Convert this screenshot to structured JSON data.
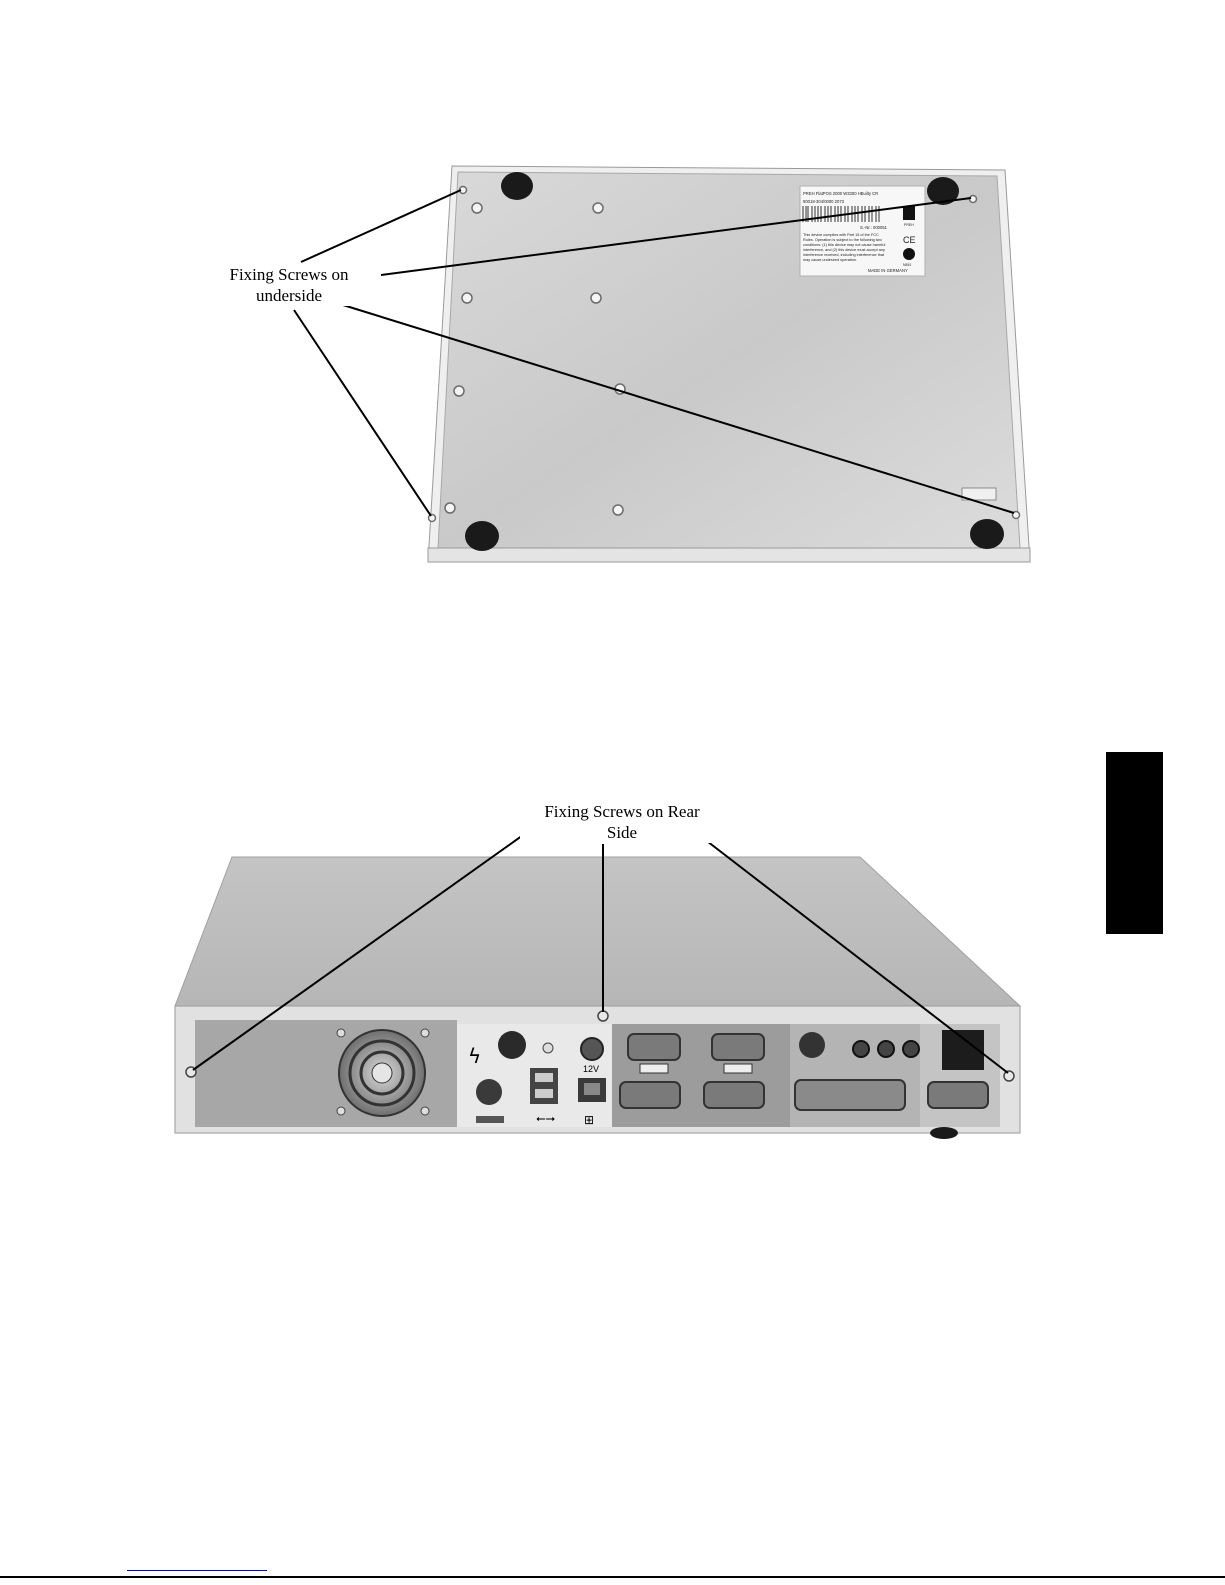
{
  "figures": {
    "underside": {
      "label_line1": "Fixing Screws on",
      "label_line2": "underside",
      "device_label_lines": [
        "PREH FlatPOS 2000  W3300 HBuilty CR",
        "90018-304/0000          2073",
        "S.-Nr.: 000051",
        "This device complies with Part 15 of  the FCC",
        "Rules. Operation is subject to the following two",
        "conditions: (1) this device may not cause harmful",
        "interference, and (2) this device must accept any",
        "interference received, including interference that",
        "may cause undesired operation.",
        "MADE IN GERMANY"
      ],
      "marks": [
        "CE",
        "PREH",
        "N551"
      ]
    },
    "rear": {
      "label_line1": "Fixing Screws on Rear",
      "label_line2": "Side",
      "port_label_12v": "12V"
    }
  },
  "colors": {
    "ink": "#000000",
    "panel_light": "#e6e6e6",
    "panel_mid": "#bdbdbd",
    "panel_dark": "#8a8a8a",
    "side_tab": "#000000",
    "link_underline": "#0000cc"
  }
}
